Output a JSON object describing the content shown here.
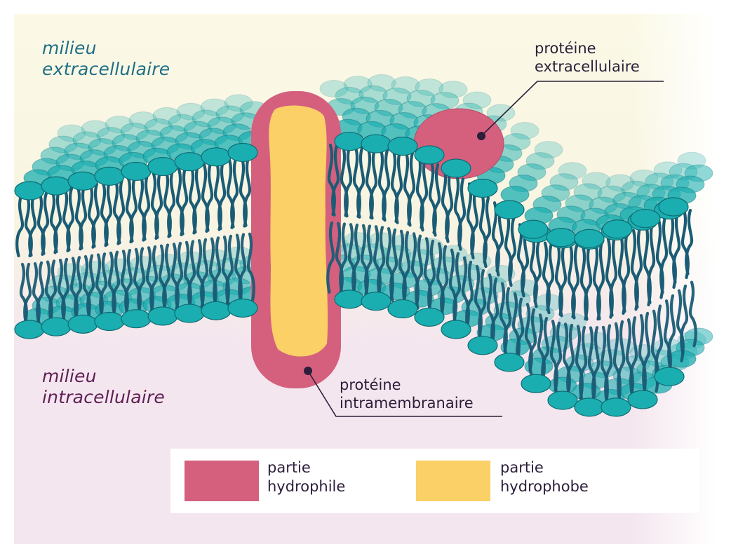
{
  "labels": {
    "extracellular_line1": "milieu",
    "extracellular_line2": "extracellulaire",
    "intracellular_line1": "milieu",
    "intracellular_line2": "intracellulaire",
    "protein_extra_line1": "protéine",
    "protein_extra_line2": "extracellulaire",
    "protein_intra_line1": "protéine",
    "protein_intra_line2": "intramembranaire"
  },
  "legend": {
    "hydrophile_line1": "partie",
    "hydrophile_line2": "hydrophile",
    "hydrophobe_line1": "partie",
    "hydrophobe_line2": "hydrophobe"
  },
  "colors": {
    "hydrophile": "#d4607e",
    "hydrophobe": "#fbd066",
    "head": "#1aaeb0",
    "head_outline": "#0f6b74",
    "tail": "#1a5c75",
    "background_extracellular": "#f9f8e3",
    "background_intracellular": "#f5e6ef"
  }
}
